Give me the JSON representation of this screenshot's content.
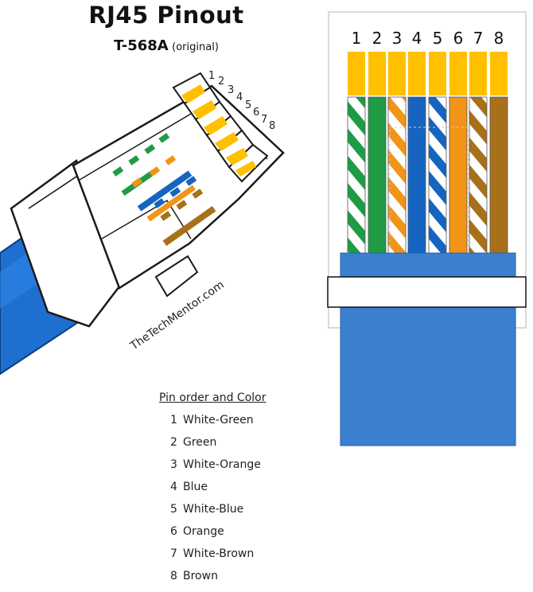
{
  "title": "RJ45  Pinout",
  "standard": "T-568A",
  "standard_note": "(original)",
  "watermark": "TheTechMentor.com",
  "pin_order_heading": "Pin order and Color",
  "pins": [
    {
      "num": "1",
      "label": "White-Green",
      "color": "#1f9b45",
      "striped": true
    },
    {
      "num": "2",
      "label": "Green",
      "color": "#1f9b45",
      "striped": false
    },
    {
      "num": "3",
      "label": "White-Orange",
      "color": "#f29418",
      "striped": true
    },
    {
      "num": "4",
      "label": "Blue",
      "color": "#1565c0",
      "striped": false
    },
    {
      "num": "5",
      "label": "White-Blue",
      "color": "#1565c0",
      "striped": true
    },
    {
      "num": "6",
      "label": "Orange",
      "color": "#f29418",
      "striped": false
    },
    {
      "num": "7",
      "label": "White-Brown",
      "color": "#a8701a",
      "striped": true
    },
    {
      "num": "8",
      "label": "Brown",
      "color": "#a8701a",
      "striped": false
    }
  ],
  "colors": {
    "contact_gold": "#ffc000",
    "jacket_blue": "#3b7fd0",
    "cable_blue": "#1e6fcf"
  }
}
